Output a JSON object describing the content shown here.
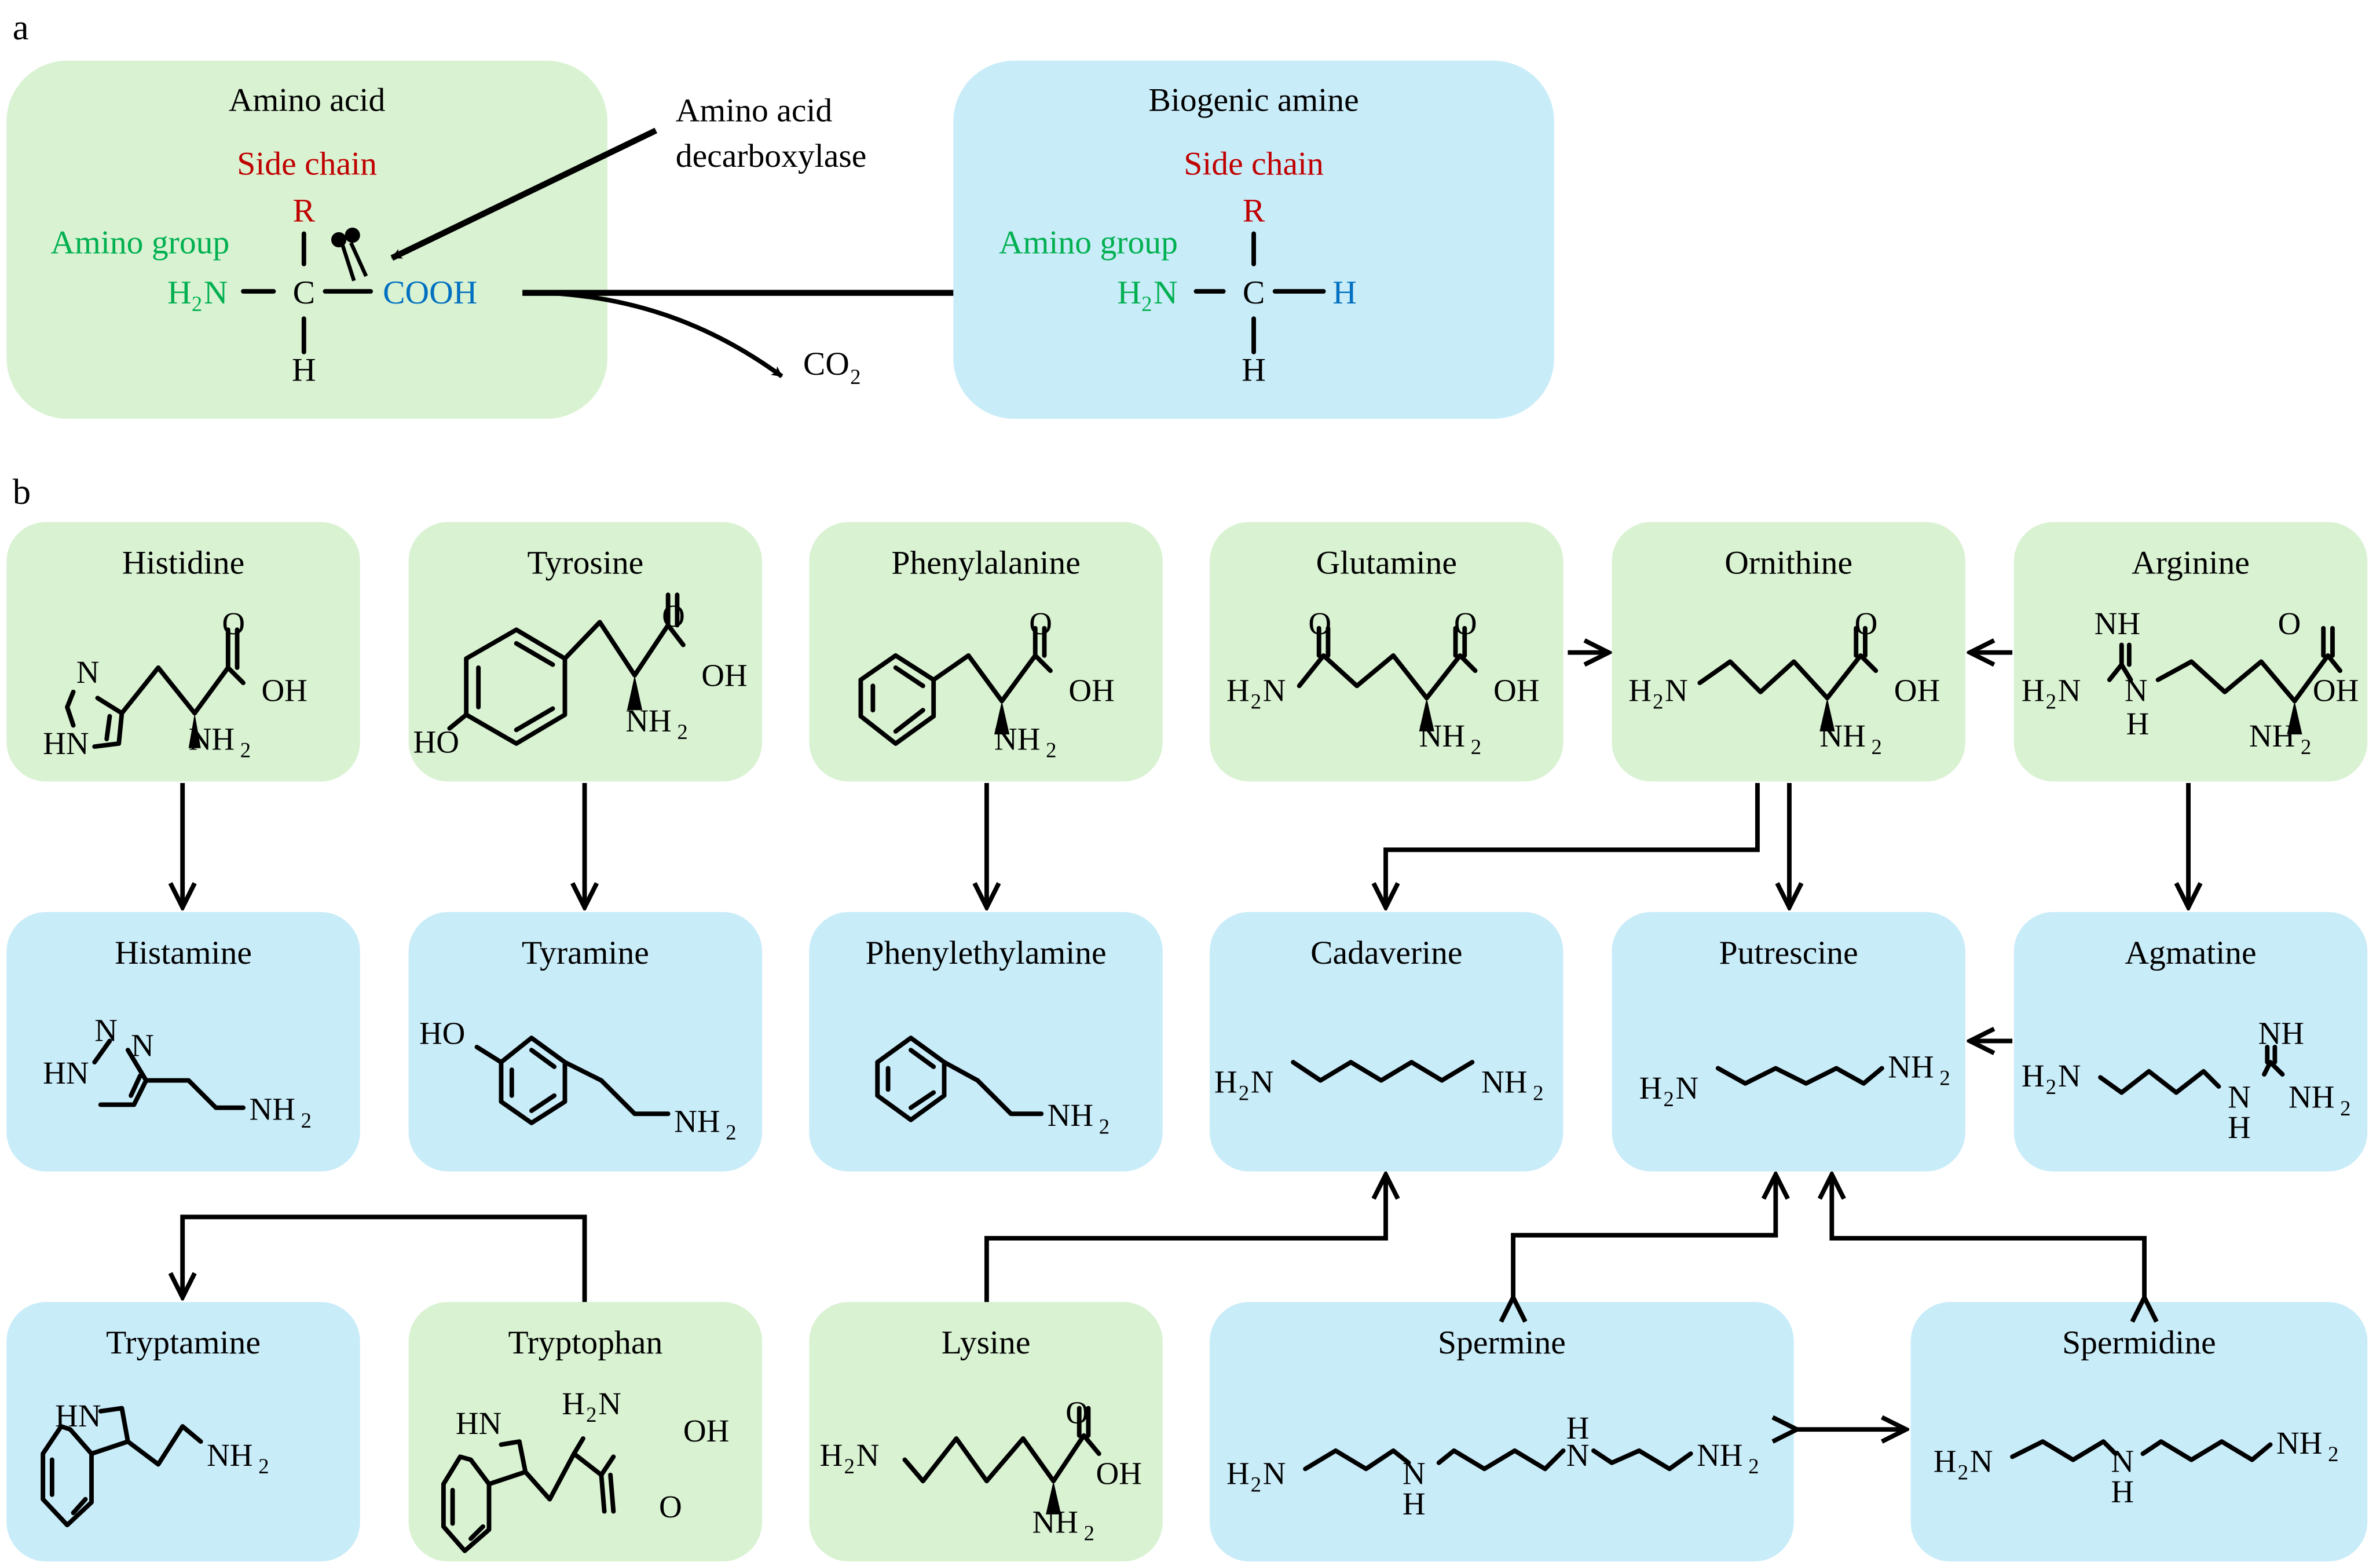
{
  "panel_a": {
    "label": "a",
    "amino_acid_box": {
      "title": "Amino acid",
      "side_chain": "Side chain",
      "amino_group": "Amino group",
      "r": "R",
      "h2n": "H",
      "h2n_sub": "2",
      "h2n_n": "N",
      "c": "C",
      "cooh": "COOH",
      "h": "H"
    },
    "enzyme_label_line1": "Amino acid",
    "enzyme_label_line2": "decarboxylase",
    "co2": "CO",
    "co2_sub": "2",
    "biogenic_amine_box": {
      "title": "Biogenic amine",
      "side_chain": "Side chain",
      "amino_group": "Amino group",
      "r": "R",
      "h2n": "H",
      "h2n_sub": "2",
      "h2n_n": "N",
      "c": "C",
      "h_right": "H",
      "h": "H"
    },
    "colors": {
      "side_chain": "#c00000",
      "amino_group": "#00b050",
      "carboxyl": "#0070c0"
    }
  },
  "panel_b": {
    "label": "b",
    "amino_acids": [
      {
        "name": "Histidine"
      },
      {
        "name": "Tyrosine"
      },
      {
        "name": "Phenylalanine"
      },
      {
        "name": "Glutamine"
      },
      {
        "name": "Ornithine"
      },
      {
        "name": "Arginine"
      },
      {
        "name": "Tryptophan"
      },
      {
        "name": "Lysine"
      }
    ],
    "amines": [
      {
        "name": "Histamine"
      },
      {
        "name": "Tyramine"
      },
      {
        "name": "Phenylethylamine"
      },
      {
        "name": "Cadaverine"
      },
      {
        "name": "Putrescine"
      },
      {
        "name": "Agmatine"
      },
      {
        "name": "Tryptamine"
      },
      {
        "name": "Spermine"
      },
      {
        "name": "Spermidine"
      }
    ],
    "atoms": {
      "O": "O",
      "OH": "OH",
      "NH": "NH",
      "NH2": "NH",
      "H2N": "H",
      "N": "N",
      "H": "H",
      "HN": "HN",
      "HO": "HO",
      "sub2": "2"
    }
  }
}
